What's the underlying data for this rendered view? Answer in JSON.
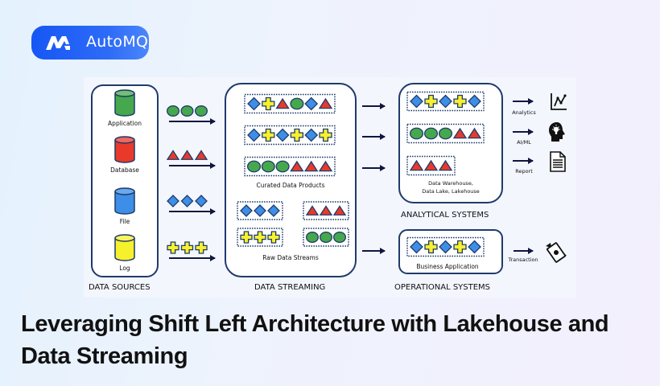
{
  "brand": {
    "name": "AutoMQ",
    "logo_icon": "automq-m-logo-icon",
    "color": "#1a5cf6"
  },
  "title": "Leveraging Shift Left Architecture with Lakehouse and Data Streaming",
  "colors": {
    "green": "#46a84d",
    "red": "#e8392b",
    "blue": "#3d8ee6",
    "yellow": "#f7f02c",
    "outline": "#1f3b6b",
    "arrow": "#10163f"
  },
  "diagram": {
    "sections": {
      "data_sources": "DATA SOURCES",
      "data_streaming": "DATA STREAMING",
      "analytical_systems": "ANALYTICAL SYSTEMS",
      "operational_systems": "OPERATIONAL SYSTEMS"
    },
    "sources": [
      {
        "label": "Application",
        "color": "green",
        "shape": "circle"
      },
      {
        "label": "Database",
        "color": "red",
        "shape": "triangle"
      },
      {
        "label": "File",
        "color": "blue",
        "shape": "diamond"
      },
      {
        "label": "Log",
        "color": "yellow",
        "shape": "cross"
      }
    ],
    "streaming": {
      "curated_label": "Curated Data Products",
      "raw_label": "Raw Data Streams",
      "curated_rows": [
        [
          "diamond",
          "cross",
          "triangle",
          "circle",
          "diamond",
          "triangle"
        ],
        [
          "diamond",
          "cross",
          "diamond",
          "cross",
          "diamond",
          "cross"
        ],
        [
          "circle",
          "circle",
          "circle",
          "triangle",
          "triangle",
          "triangle"
        ]
      ],
      "raw_groups": [
        [
          "diamond",
          "diamond",
          "diamond"
        ],
        [
          "triangle",
          "triangle",
          "triangle"
        ],
        [
          "cross",
          "cross",
          "cross"
        ],
        [
          "circle",
          "circle",
          "circle"
        ]
      ]
    },
    "analytical": {
      "label": "Data Warehouse,\nData Lake, Lakehouse",
      "label_lines": [
        "Data Warehouse,",
        "Data Lake, Lakehouse"
      ],
      "rows": [
        [
          "diamond",
          "cross",
          "diamond",
          "cross",
          "diamond"
        ],
        [
          "circle",
          "circle",
          "circle",
          "triangle",
          "triangle"
        ],
        [
          "triangle",
          "triangle",
          "triangle"
        ]
      ],
      "outputs": [
        {
          "label": "Analytics",
          "icon": "line-chart-icon"
        },
        {
          "label": "AI/ML",
          "icon": "brain-lightbulb-icon"
        },
        {
          "label": "Report",
          "icon": "document-icon"
        }
      ]
    },
    "operational": {
      "label": "Business Application",
      "row": [
        "diamond",
        "cross",
        "diamond",
        "cross",
        "diamond"
      ],
      "output": {
        "label": "Transaction",
        "icon": "flying-money-icon"
      }
    }
  }
}
